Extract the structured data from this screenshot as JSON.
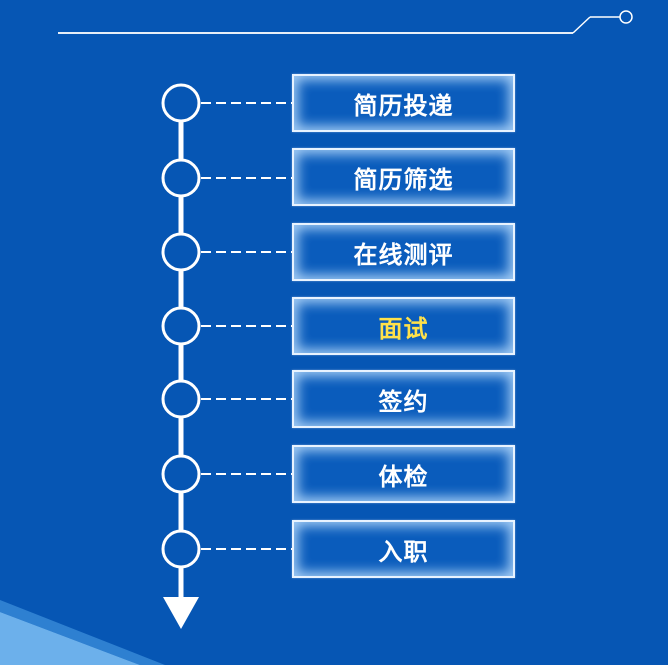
{
  "colors": {
    "background": "#0656b4",
    "line": "#ffffff",
    "box_fill": "#0a5cbc",
    "box_glow": "#bee1ff",
    "text": "#ffffff",
    "highlight_text": "#ffe14a",
    "corner_accent": "#7fc0f5"
  },
  "steps": [
    {
      "label": "简历投递",
      "highlighted": false
    },
    {
      "label": "简历筛选",
      "highlighted": false
    },
    {
      "label": "在线测评",
      "highlighted": false
    },
    {
      "label": "面试",
      "highlighted": true
    },
    {
      "label": "签约",
      "highlighted": false
    },
    {
      "label": "体检",
      "highlighted": false
    },
    {
      "label": "入职",
      "highlighted": false
    }
  ]
}
